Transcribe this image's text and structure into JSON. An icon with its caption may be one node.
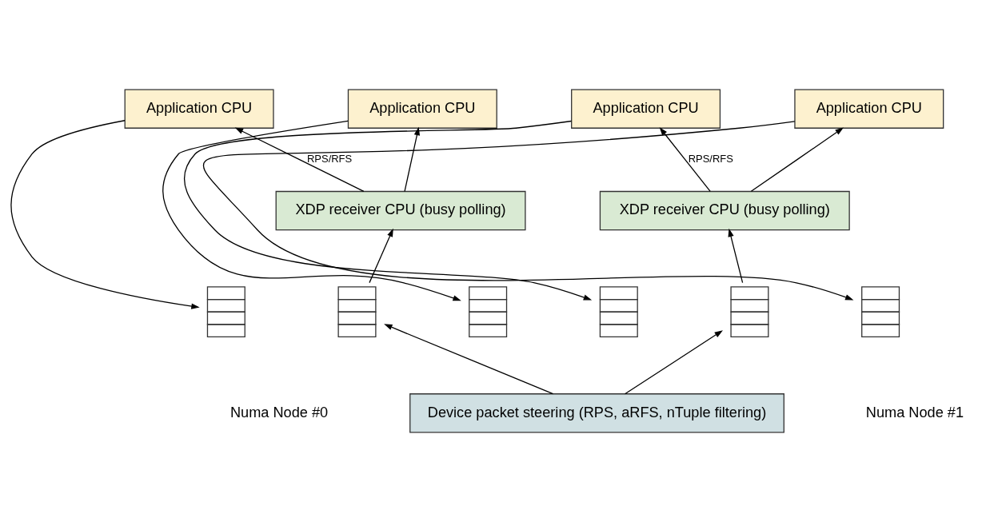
{
  "diagram": {
    "nodes": [
      {
        "text": [
          "Application CPU"
        ]
      },
      {
        "text": [
          "Application CPU"
        ]
      },
      {
        "text": [
          "XDP receiver CPU (busy polling)"
        ]
      },
      {
        "text": [],
        "shape": "queue"
      },
      {
        "text": [],
        "shape": "queue"
      },
      {
        "text": [],
        "shape": "queue"
      },
      {
        "text": [
          "Application CPU"
        ]
      },
      {
        "text": [
          "Application CPU"
        ]
      },
      {
        "text": [
          "XDP receiver CPU (busy polling)"
        ]
      },
      {
        "text": [],
        "shape": "queue"
      },
      {
        "text": [],
        "shape": "queue"
      },
      {
        "text": [],
        "shape": "queue"
      },
      {
        "text": [
          "Device packet steering (RPS, aRFS, nTuple filtering)"
        ]
      }
    ],
    "edges": [
      {
        "from": 0,
        "to": 3,
        "arrow": "to"
      },
      {
        "from": 2,
        "to": 0,
        "arrow": "to",
        "label": "RPS/RFS"
      },
      {
        "from": 2,
        "to": 1,
        "arrow": "to"
      },
      {
        "from": 1,
        "to": 5,
        "arrow": "to"
      },
      {
        "from": 4,
        "to": 2,
        "arrow": "to"
      },
      {
        "from": 12,
        "to": 4,
        "arrow": "to"
      },
      {
        "from": 6,
        "to": 9,
        "arrow": "to"
      },
      {
        "from": 8,
        "to": 6,
        "arrow": "to",
        "label": "RPS/RFS"
      },
      {
        "from": 8,
        "to": 7,
        "arrow": "to"
      },
      {
        "from": 7,
        "to": 11,
        "arrow": "to"
      },
      {
        "from": 10,
        "to": 8,
        "arrow": "to"
      },
      {
        "from": 12,
        "to": 10,
        "arrow": "to"
      }
    ],
    "labels": [
      "Numa Node #0",
      "Numa Node #1"
    ]
  }
}
